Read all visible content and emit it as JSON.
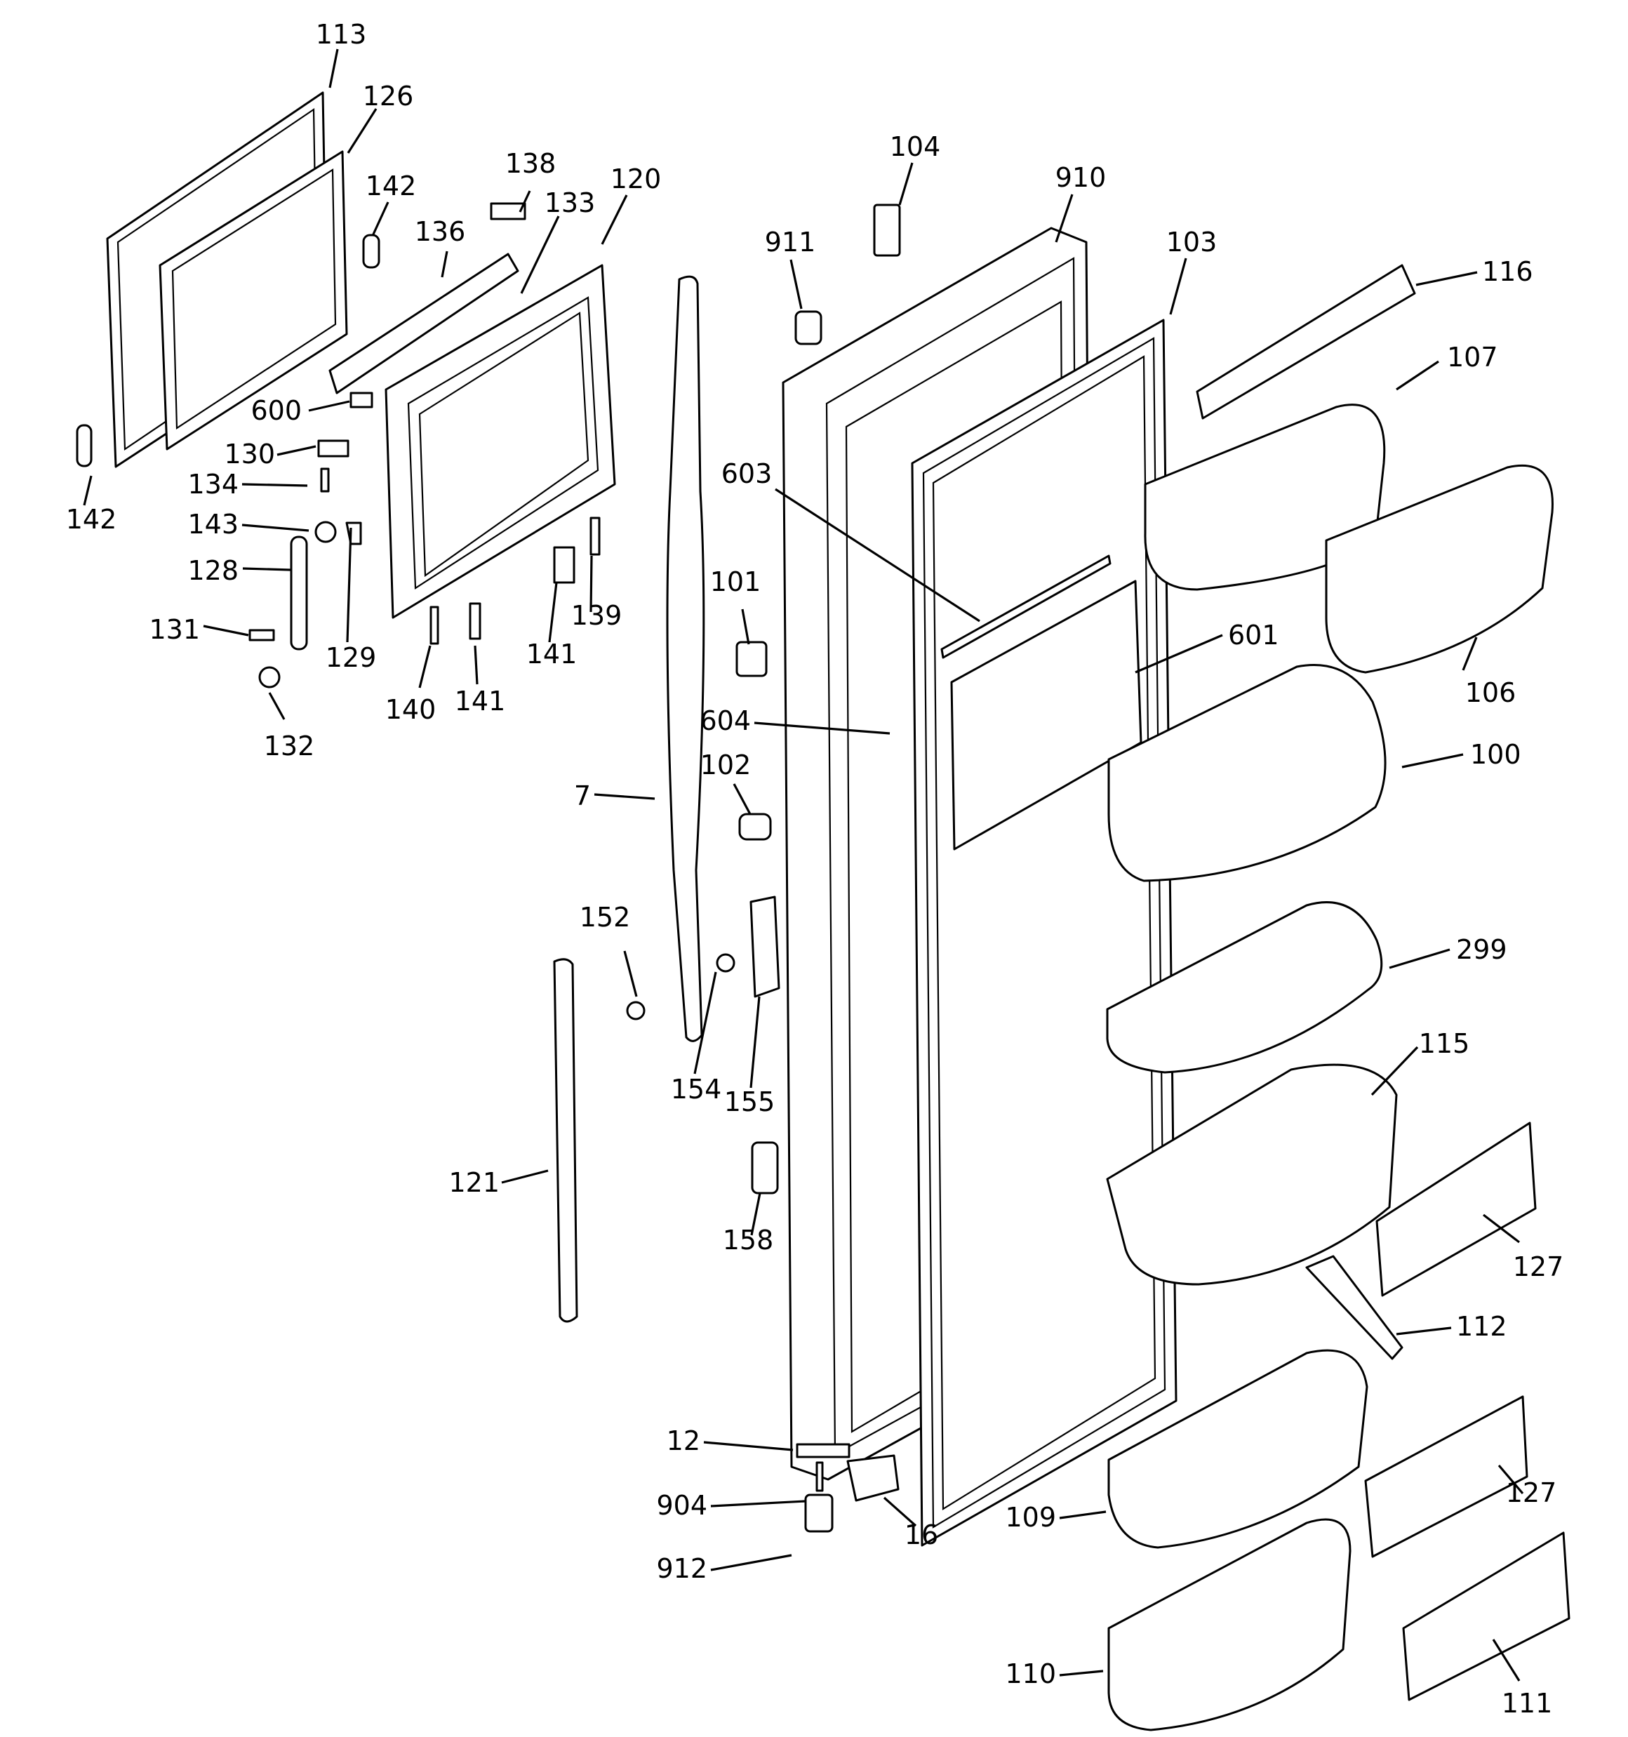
{
  "diagram": {
    "callouts": [
      "113",
      "126",
      "142",
      "136",
      "138",
      "133",
      "120",
      "600",
      "130",
      "134",
      "143",
      "128",
      "129",
      "131",
      "132",
      "140",
      "141",
      "139",
      "7",
      "121",
      "152",
      "154",
      "155",
      "101",
      "102",
      "158",
      "104",
      "911",
      "910",
      "103",
      "116",
      "107",
      "603",
      "601",
      "604",
      "106",
      "100",
      "299",
      "115",
      "127",
      "112",
      "12",
      "904",
      "912",
      "16",
      "109",
      "110",
      "111"
    ]
  }
}
